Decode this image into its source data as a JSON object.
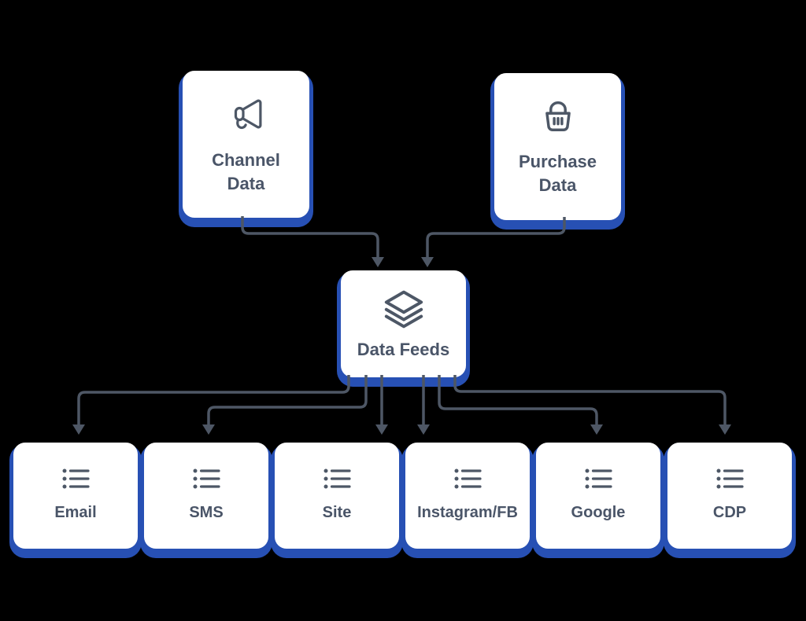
{
  "diagram": {
    "title": "Data Feeds flow diagram",
    "colors": {
      "background": "#000000",
      "card_background": "#ffffff",
      "card_shadow_blue": "#2750b4",
      "label_text": "#4a5568",
      "icon_stroke": "#4d5766",
      "arrow_stroke": "#4e5765"
    },
    "nodes": {
      "channel": {
        "label": "Channel Data",
        "icon": "megaphone-icon"
      },
      "purchase": {
        "label": "Purchase Data",
        "icon": "basket-icon"
      },
      "feeds": {
        "label": "Data Feeds",
        "icon": "layers-icon"
      },
      "outputs": [
        {
          "label": "Email",
          "icon": "list-icon"
        },
        {
          "label": "SMS",
          "icon": "list-icon"
        },
        {
          "label": "Site",
          "icon": "list-icon"
        },
        {
          "label": "Instagram/FB",
          "icon": "list-icon"
        },
        {
          "label": "Google",
          "icon": "list-icon"
        },
        {
          "label": "CDP",
          "icon": "list-icon"
        }
      ]
    },
    "edges": [
      {
        "from": "Channel Data",
        "to": "Data Feeds"
      },
      {
        "from": "Purchase Data",
        "to": "Data Feeds"
      },
      {
        "from": "Data Feeds",
        "to": "Email"
      },
      {
        "from": "Data Feeds",
        "to": "SMS"
      },
      {
        "from": "Data Feeds",
        "to": "Site"
      },
      {
        "from": "Data Feeds",
        "to": "Instagram/FB"
      },
      {
        "from": "Data Feeds",
        "to": "Google"
      },
      {
        "from": "Data Feeds",
        "to": "CDP"
      }
    ]
  }
}
